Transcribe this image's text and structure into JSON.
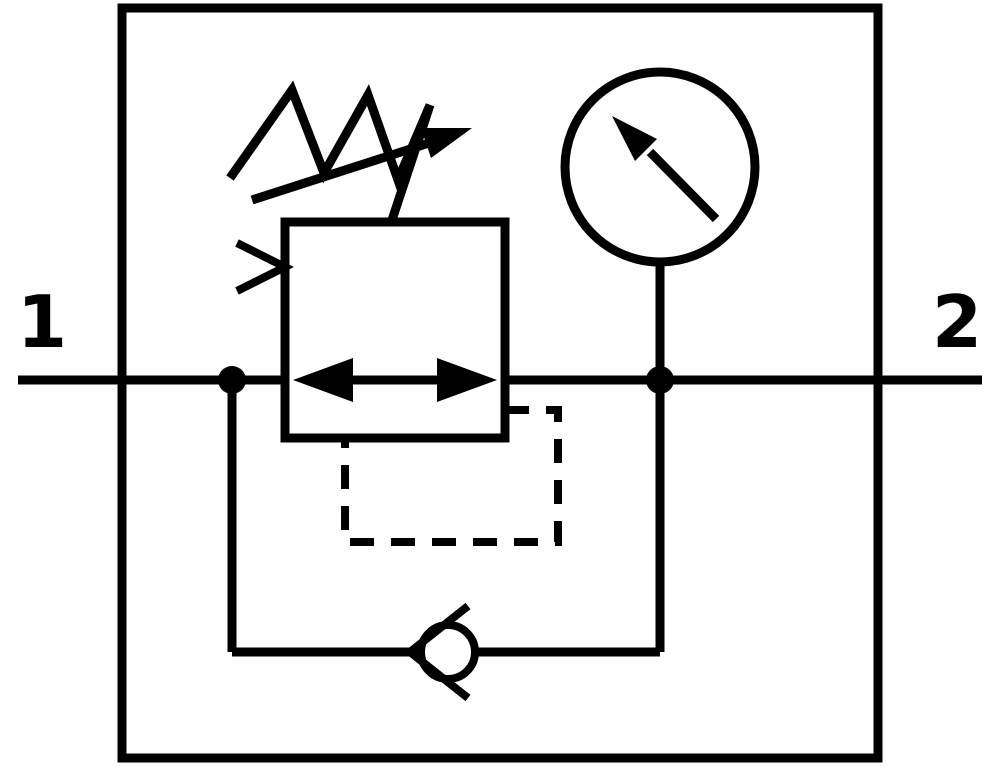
{
  "diagram": {
    "background_color": "#ffffff",
    "line_color": "#000000",
    "ports": [
      {
        "id": "port-1",
        "label": "1"
      },
      {
        "id": "port-2",
        "label": "2"
      }
    ],
    "components": [
      "enclosure-outline",
      "main-flow-line",
      "pressure-regulator-valve",
      "regulator-flow-arrows",
      "adjustment-spring",
      "adjustment-arrow",
      "relief-vent-triangle",
      "pilot-line-dashed",
      "pressure-gauge",
      "gauge-needle",
      "check-valve",
      "bypass-line",
      "junction-dots"
    ]
  }
}
